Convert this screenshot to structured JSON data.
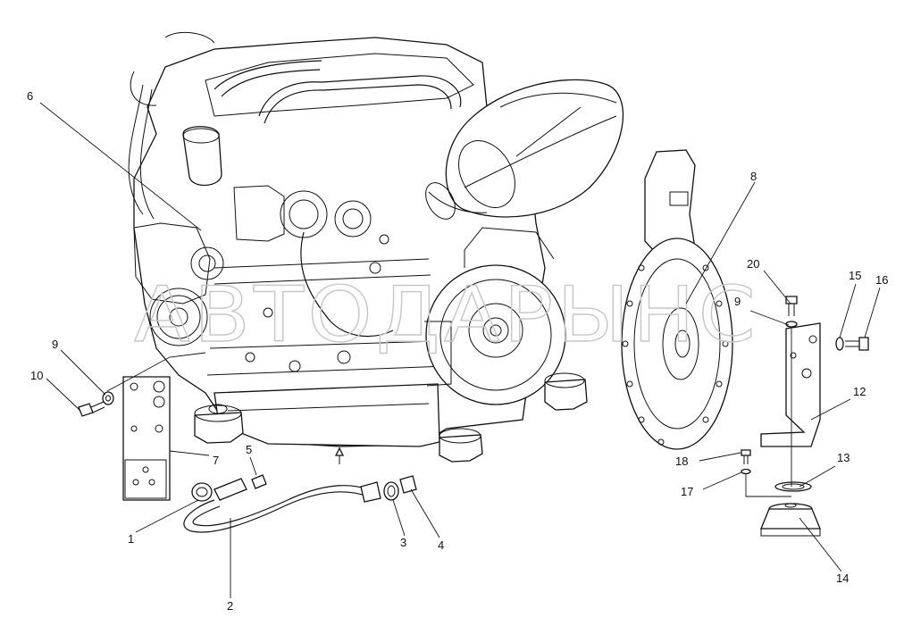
{
  "diagram": {
    "watermark": "АВТОДАРЫНС",
    "callouts": [
      {
        "id": "c1",
        "label": "1"
      },
      {
        "id": "c2",
        "label": "2"
      },
      {
        "id": "c3",
        "label": "3"
      },
      {
        "id": "c4",
        "label": "4"
      },
      {
        "id": "c5",
        "label": "5"
      },
      {
        "id": "c6",
        "label": "6"
      },
      {
        "id": "c7",
        "label": "7"
      },
      {
        "id": "c8",
        "label": "8"
      },
      {
        "id": "c9a",
        "label": "9"
      },
      {
        "id": "c9b",
        "label": "9"
      },
      {
        "id": "c10",
        "label": "10"
      },
      {
        "id": "c12",
        "label": "12"
      },
      {
        "id": "c13",
        "label": "13"
      },
      {
        "id": "c14",
        "label": "14"
      },
      {
        "id": "c15",
        "label": "15"
      },
      {
        "id": "c16",
        "label": "16"
      },
      {
        "id": "c17",
        "label": "17"
      },
      {
        "id": "c18",
        "label": "18"
      },
      {
        "id": "c20",
        "label": "20"
      }
    ]
  }
}
